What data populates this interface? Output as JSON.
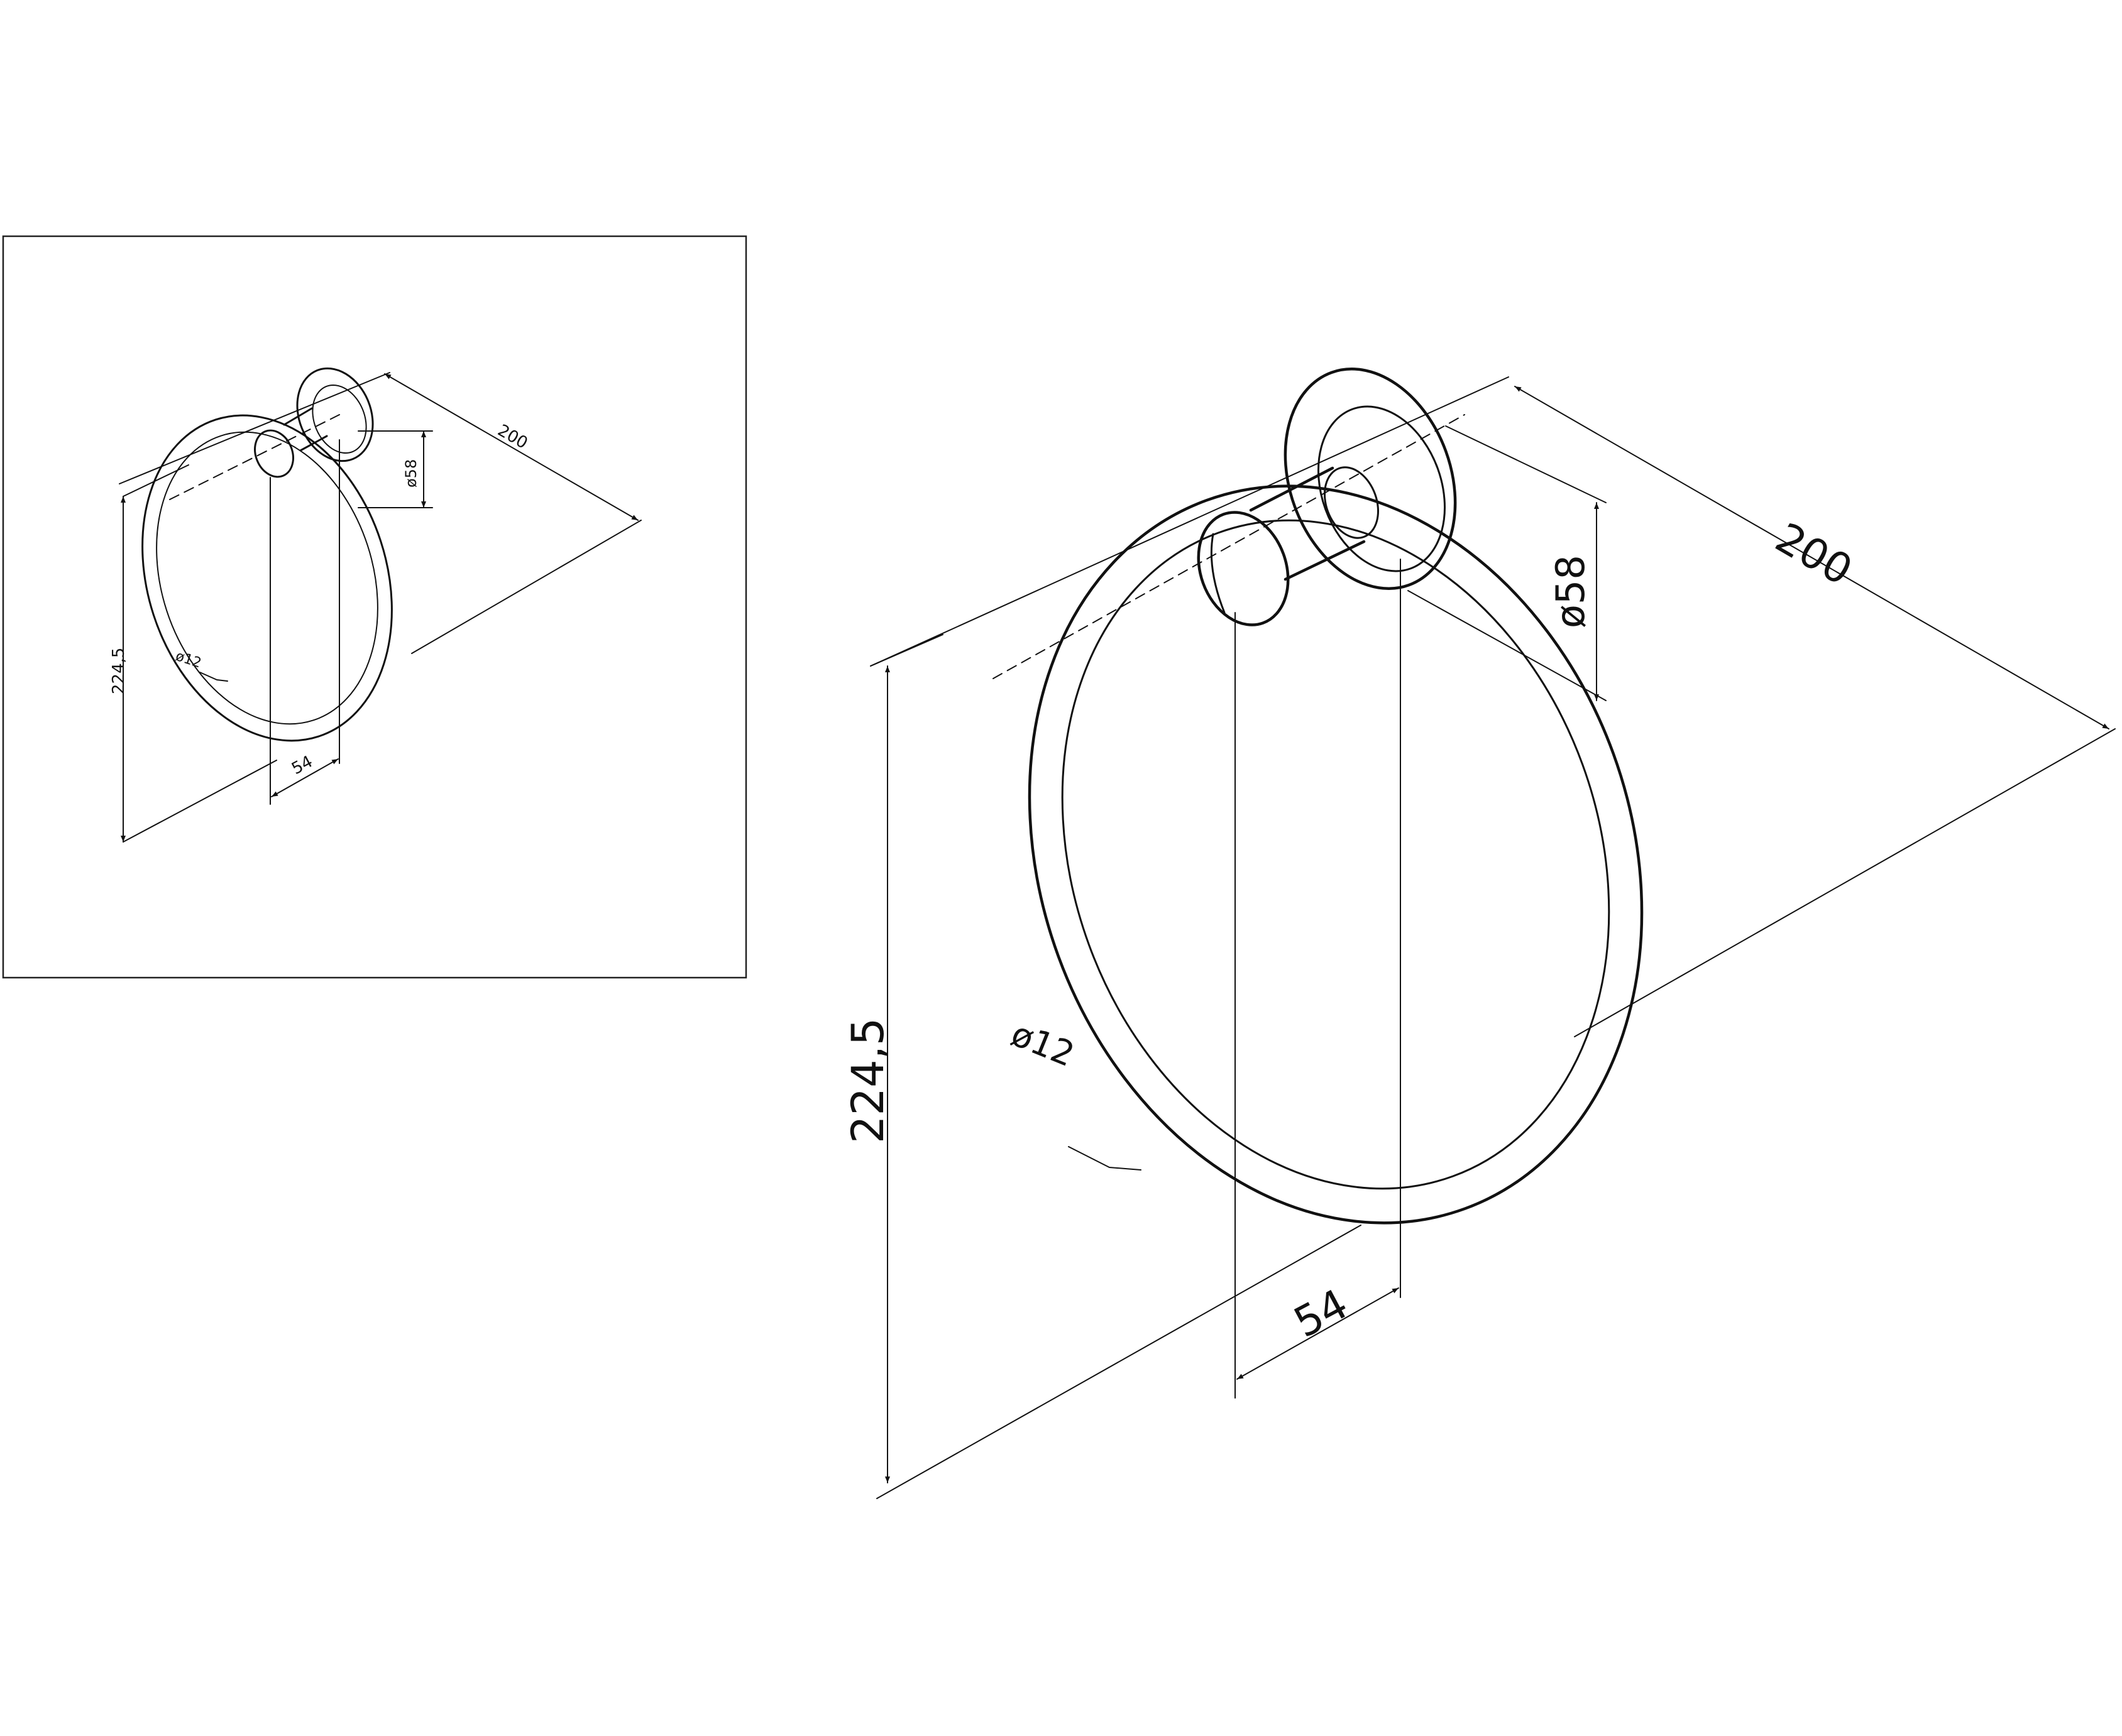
{
  "dimensions": {
    "width": "200",
    "base_diameter": "ø58",
    "height": "224,5",
    "tube_diameter": "ø12",
    "projection": "54"
  },
  "views": {
    "thumbnail": {
      "kind": "isometric drawing, framed"
    },
    "main": {
      "kind": "isometric drawing, enlarged"
    }
  }
}
